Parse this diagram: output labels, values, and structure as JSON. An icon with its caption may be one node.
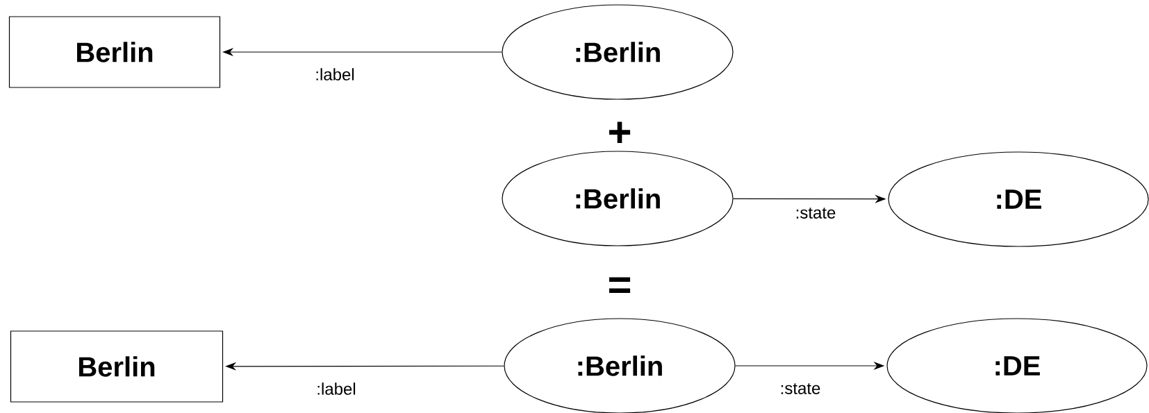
{
  "diagram": {
    "nodes": [
      {
        "text": [
          "Berlin"
        ]
      },
      {
        "text": [
          ":Berlin"
        ]
      },
      {
        "text": [
          ":Berlin"
        ]
      },
      {
        "text": [
          ":DE"
        ]
      },
      {
        "text": [
          "Berlin"
        ]
      },
      {
        "text": [
          ":Berlin"
        ]
      },
      {
        "text": [
          ":DE"
        ]
      }
    ],
    "edges": [
      {
        "from": 1,
        "to": 0,
        "arrow": "to",
        "label": ":label"
      },
      {
        "from": 2,
        "to": 3,
        "arrow": "to",
        "label": ":state"
      },
      {
        "from": 5,
        "to": 4,
        "arrow": "to",
        "label": ":label"
      },
      {
        "from": 5,
        "to": 6,
        "arrow": "to",
        "label": ":state"
      }
    ],
    "labels": [
      "+",
      "="
    ]
  }
}
